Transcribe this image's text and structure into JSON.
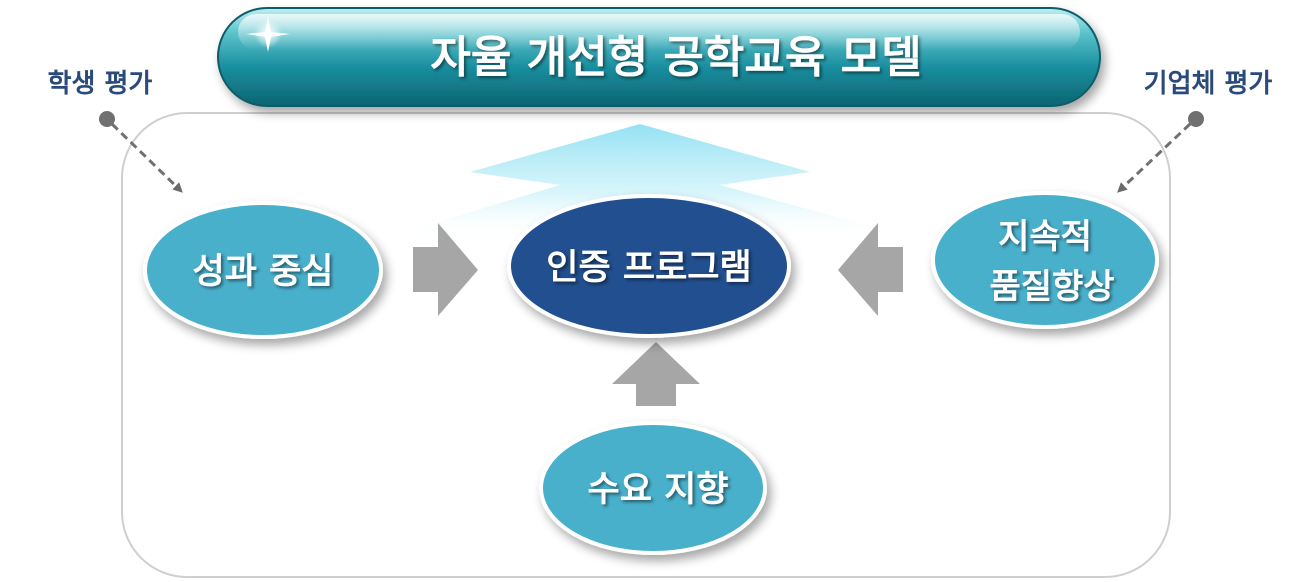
{
  "title": "자율 개선형 공학교육 모델",
  "side_labels": {
    "left": "학생 평가",
    "right": "기업체 평가"
  },
  "nodes": {
    "center": "인증 프로그램",
    "left": "성과 중심",
    "right_line1": "지속적",
    "right_line2": "품질향상",
    "bottom": "수요 지향"
  },
  "colors": {
    "title_bar": "#1a8fa0",
    "node_light": "#4ab0cc",
    "node_dark": "#24508f",
    "side_label": "#2a4a7a",
    "arrow_gray": "#a6a6a6",
    "glow": "#bfeef8"
  }
}
